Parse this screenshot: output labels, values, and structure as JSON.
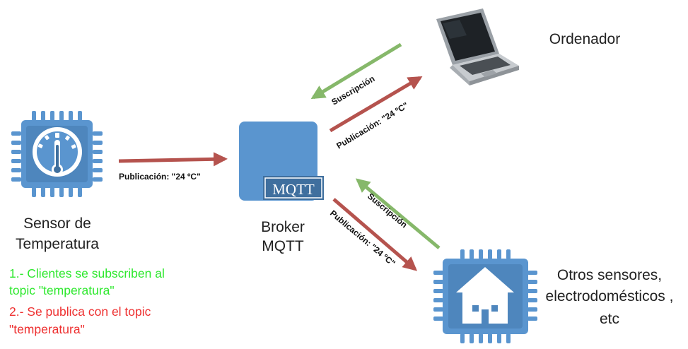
{
  "nodes": {
    "sensor": {
      "line1": "Sensor de",
      "line2": "Temperatura"
    },
    "broker": {
      "line1": "Broker",
      "line2": "MQTT",
      "badge": "MQTT"
    },
    "computer": {
      "label": "Ordenador"
    },
    "others": {
      "line1": "Otros sensores,",
      "line2": "electrodomésticos ,",
      "line3": "etc"
    }
  },
  "arrows": {
    "sensor_to_broker": "Publicación: \"24 ºC\"",
    "computer_subscribe": "Suscripción",
    "broker_to_computer": "Publicación: \"24 ºC\"",
    "others_subscribe": "Suscripción",
    "broker_to_others": "Publicación: \"24 ºC\""
  },
  "notes": {
    "step1_line1": "1.- Clientes se subscriben al",
    "step1_line2": "topic \"temperatura\"",
    "step2_line1": "2.- Se publica con el topic",
    "step2_line2": "\"temperatura\""
  },
  "colors": {
    "chip_blue": "#5a95cf",
    "chip_dark": "#3f6f9e",
    "publish_red": "#b5534e",
    "subscribe_green": "#86b86a",
    "note_green": "#2ee82e",
    "note_red": "#ee3030"
  }
}
